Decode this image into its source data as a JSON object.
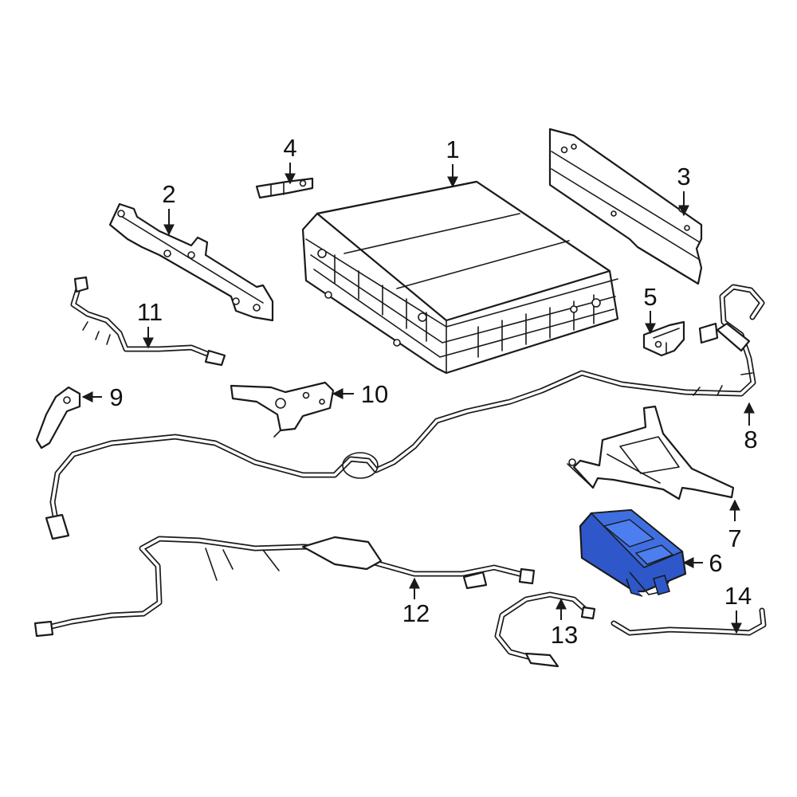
{
  "diagram": {
    "highlight_color": "#2e57c9",
    "line_color": "#1a1a1a",
    "highlighted_part": "6"
  },
  "callouts": [
    {
      "id": "c1",
      "label": "1"
    },
    {
      "id": "c2",
      "label": "2"
    },
    {
      "id": "c3",
      "label": "3"
    },
    {
      "id": "c4",
      "label": "4"
    },
    {
      "id": "c5",
      "label": "5"
    },
    {
      "id": "c6",
      "label": "6"
    },
    {
      "id": "c7",
      "label": "7"
    },
    {
      "id": "c8",
      "label": "8"
    },
    {
      "id": "c9",
      "label": "9"
    },
    {
      "id": "c10",
      "label": "10"
    },
    {
      "id": "c11",
      "label": "11"
    },
    {
      "id": "c12",
      "label": "12"
    },
    {
      "id": "c13",
      "label": "13"
    },
    {
      "id": "c14",
      "label": "14"
    }
  ]
}
